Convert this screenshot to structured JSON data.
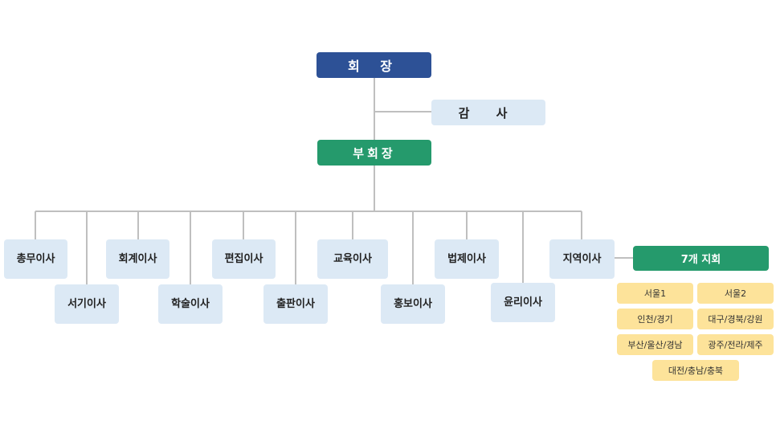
{
  "president": "회 장",
  "auditor": "감 사",
  "vice_president": "부회장",
  "directors": [
    {
      "line1": "총무",
      "line2": "이사"
    },
    {
      "line1": "서기",
      "line2": "이사"
    },
    {
      "line1": "회계",
      "line2": "이사"
    },
    {
      "line1": "학술",
      "line2": "이사"
    },
    {
      "line1": "편집",
      "line2": "이사"
    },
    {
      "line1": "출판",
      "line2": "이사"
    },
    {
      "line1": "교육",
      "line2": "이사"
    },
    {
      "line1": "홍보",
      "line2": "이사"
    },
    {
      "line1": "법제",
      "line2": "이사"
    },
    {
      "line1": "윤리",
      "line2": "이사"
    },
    {
      "line1": "지역",
      "line2": "이사"
    }
  ],
  "branch_title": "7개 지회",
  "branches": [
    "서울1",
    "서울2",
    "인천/경기",
    "대구/경북/강원",
    "부산/울산/경남",
    "광주/전라/제주",
    "대전/충남/충북"
  ],
  "colors": {
    "president": "#2d5196",
    "vice_president": "#259a6c",
    "director": "#dce9f5",
    "branch": "#fde39a",
    "connector": "#bfbfbf"
  }
}
